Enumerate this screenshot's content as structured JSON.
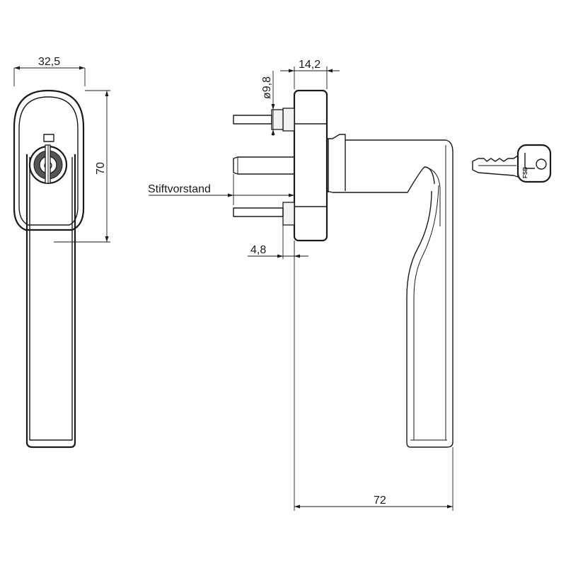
{
  "dimensions": {
    "width_front": "32,5",
    "height_lock_area": "70",
    "base_thickness": "14,2",
    "cylinder_diameter": "ø9,8",
    "pin_projection_label": "Stiftvorstand",
    "pin_offset": "4,8",
    "handle_length": "72"
  },
  "key": {
    "brand_mark": "FSB"
  }
}
